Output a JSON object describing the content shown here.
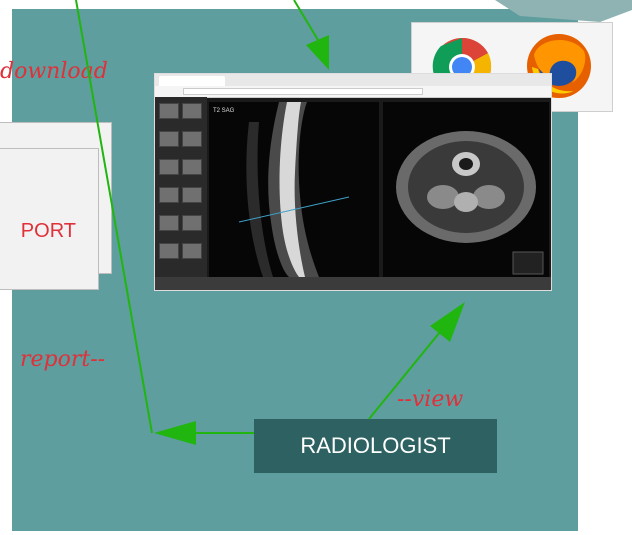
{
  "labels": {
    "download": "download",
    "report_card": "PORT",
    "report": "report--",
    "view": "--view",
    "radiologist": "RADIOLOGIST"
  },
  "icons": [
    "chrome-icon",
    "firefox-icon"
  ],
  "colors": {
    "panel": "#5e9e9e",
    "radiologist_box": "#2e6262",
    "arrow": "#21b510",
    "handwriting": "#e0303a"
  }
}
